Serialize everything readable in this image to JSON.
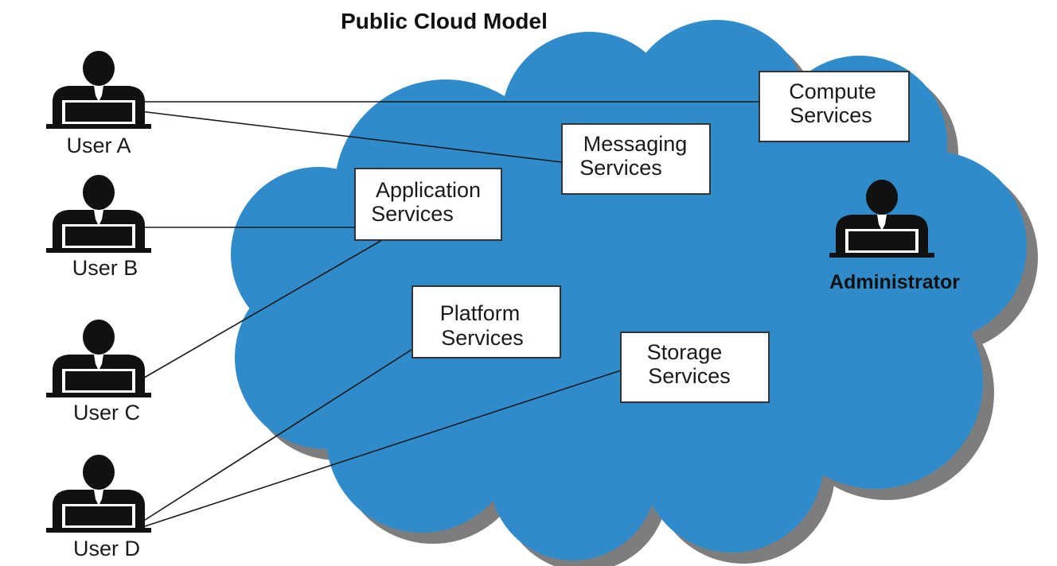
{
  "title": "Public Cloud Model",
  "colors": {
    "cloud": "#2f8bc9",
    "cloud_shadow": "#7d7d7d",
    "person": "#111111",
    "box_fill": "#ffffff",
    "box_border": "#333333",
    "line": "#1a1a1a"
  },
  "users": [
    {
      "label": "User A"
    },
    {
      "label": "User B"
    },
    {
      "label": "User C"
    },
    {
      "label": "User D"
    }
  ],
  "services": {
    "compute": {
      "line1": "Compute",
      "line2": "Services"
    },
    "messaging": {
      "line1": "Messaging",
      "line2": "Services"
    },
    "application": {
      "line1": "Application",
      "line2": "Services"
    },
    "platform": {
      "line1": "Platform",
      "line2": "Services"
    },
    "storage": {
      "line1": "Storage",
      "line2": "Services"
    }
  },
  "administrator": {
    "label": "Administrator",
    "icon": "person-laptop-icon"
  },
  "user_icon": "person-laptop-icon",
  "connections": [
    {
      "from": "User A",
      "to": "Compute Services"
    },
    {
      "from": "User A",
      "to": "Messaging Services"
    },
    {
      "from": "User B",
      "to": "Application Services"
    },
    {
      "from": "User C",
      "to": "Application Services"
    },
    {
      "from": "User D",
      "to": "Platform Services"
    },
    {
      "from": "User D",
      "to": "Storage Services"
    }
  ]
}
